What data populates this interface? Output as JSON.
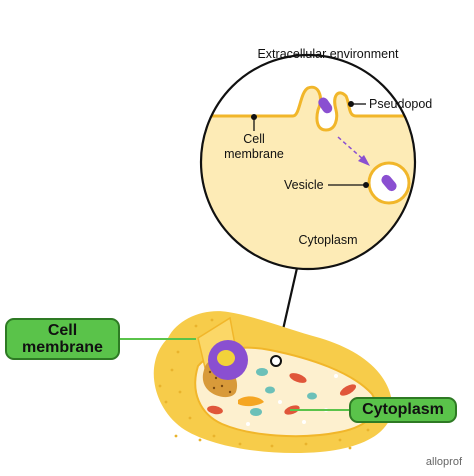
{
  "labels": {
    "extracellular": "Extracellular environment",
    "pseudopod": "Pseudopod",
    "cell_membrane_inset_line1": "Cell",
    "cell_membrane_inset_line2": "membrane",
    "vesicle": "Vesicle",
    "cytoplasm_inset": "Cytoplasm",
    "cell_membrane_box": "Cell membrane",
    "cytoplasm_box": "Cytoplasm",
    "watermark": "alloprof"
  },
  "colors": {
    "cytoplasm_fill": "#fdebb6",
    "membrane_line": "#f1b62a",
    "cell_body": "#f7cc4a",
    "cell_inner": "#fdf0cf",
    "nucleus": "#8a4fd1",
    "nucleolus": "#f2d23a",
    "vesicle_particle": "#8a4fd1",
    "arrow": "#8a4fd1",
    "label_box": "#5ac34a",
    "label_box_border": "#2e7a24",
    "mitochondria": "#e0563a",
    "rough_er": "#d89a3a",
    "small_vesicles": "#6cc0b8",
    "leader_lines": "#5ac34a"
  }
}
